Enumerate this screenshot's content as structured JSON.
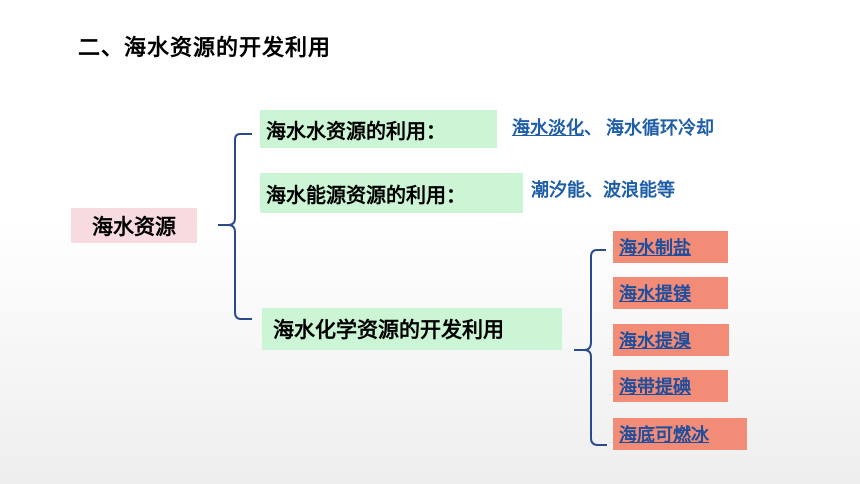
{
  "slide": {
    "title": "二、海水资源的开发利用",
    "root": "海水资源",
    "branches": [
      {
        "label": "海水水资源的利用：",
        "detail_link": "海水淡化",
        "detail_sep": "、",
        "detail_rest": "海水循环冷却"
      },
      {
        "label": "海水能源资源的利用：",
        "detail": "潮汐能、波浪能等"
      },
      {
        "label": "海水化学资源的开发利用"
      }
    ],
    "chemical_items": [
      "海水制盐",
      "海水提镁",
      "海水提溴",
      "海带提碘",
      "海底可燃冰"
    ]
  },
  "colors": {
    "root_bg": "#f8dbe0",
    "branch_bg": "#ccf5d6",
    "item_bg": "#f28c77",
    "link_text": "#1f5fa8",
    "brace": "#2b4a8c"
  }
}
